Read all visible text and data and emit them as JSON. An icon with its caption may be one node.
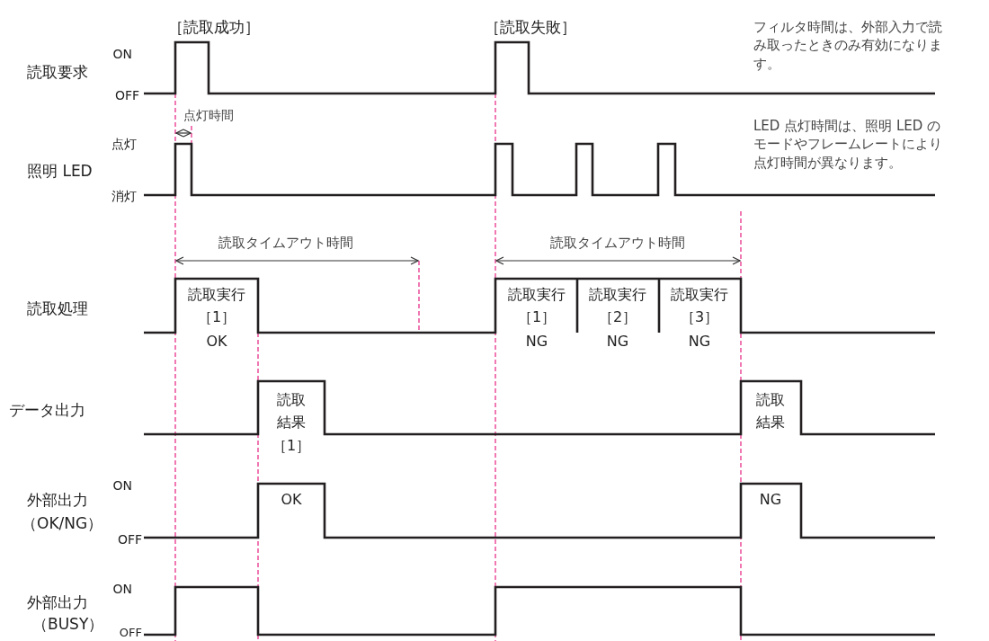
{
  "diagram": {
    "labels": [
      "［読取成功］",
      "［読取失敗］",
      "フィルタ時間は、外部入力で読み取ったときのみ有効になります。",
      "ON",
      "読取要求",
      "OFF",
      "点灯時間",
      "LED 点灯時間は、照明 LED のモードやフレームレートにより点灯時間が異なります。",
      "点灯",
      "照明 LED",
      "消灯",
      "読取タイムアウト時間",
      "読取タイムアウト時間",
      "読取実行",
      "読取実行",
      "読取実行",
      "読取実行",
      "読取処理",
      "［1］",
      "［1］",
      "［2］",
      "［3］",
      "OK",
      "NG",
      "NG",
      "NG",
      "読取",
      "読取",
      "データ出力",
      "結果",
      "結果",
      "［1］",
      "ON",
      "OK",
      "NG",
      "外部出力",
      "（OK/NG）",
      "OFF",
      "ON",
      "外部出力",
      "（BUSY）",
      "OFF"
    ]
  }
}
